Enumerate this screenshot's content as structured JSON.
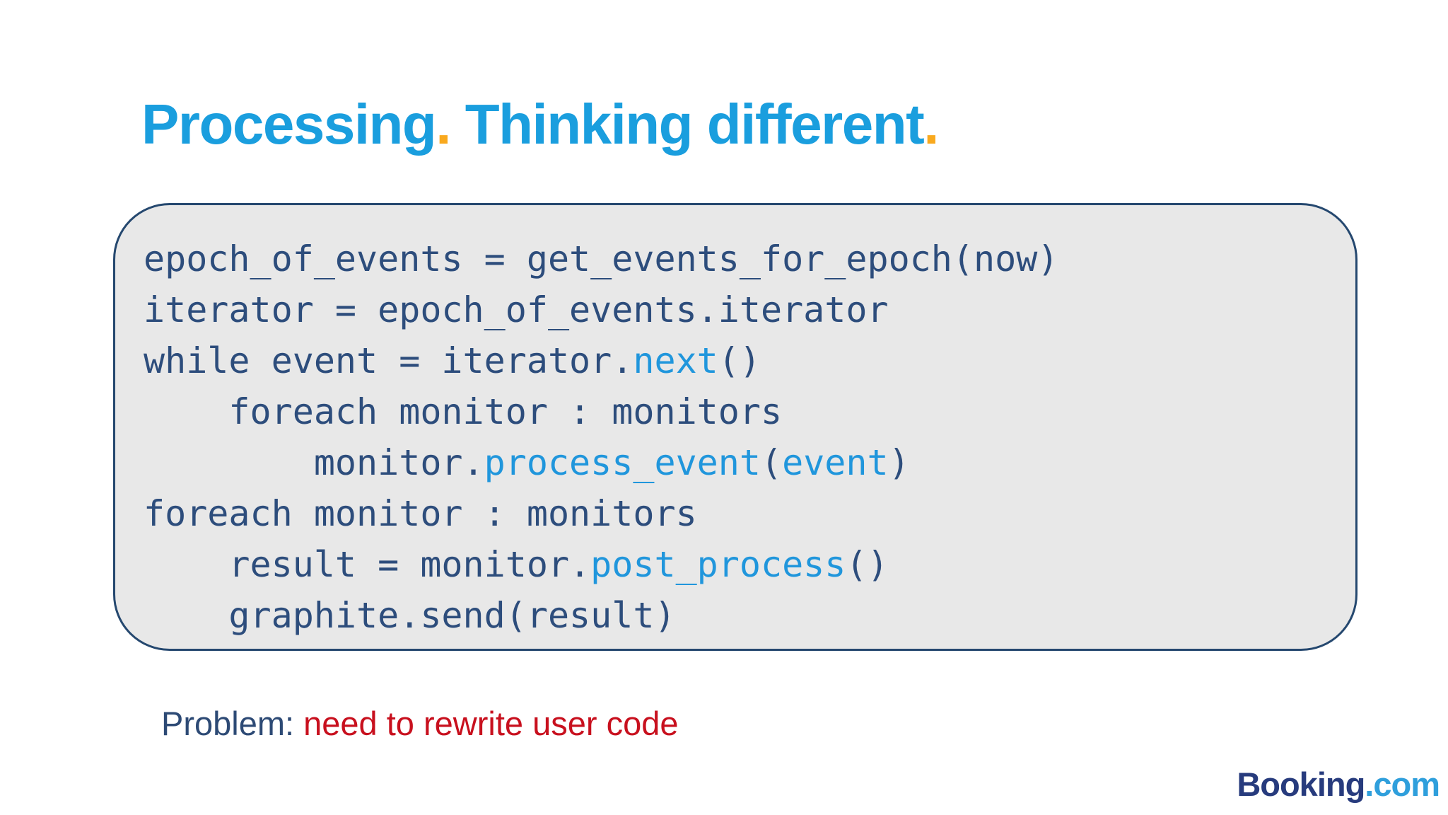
{
  "colors": {
    "title-blue": "#1a9ede",
    "accent-yellow": "#f9a91e",
    "code-navy": "#2d4d7c",
    "code-highlight": "#2096dc",
    "box-border": "#25486f",
    "box-bg": "#e8e8e8",
    "problem-navy": "#2d4a75",
    "problem-red": "#c8101e",
    "logo-navy": "#273b7d",
    "logo-blue": "#2f9fdc",
    "background": "#ffffff"
  },
  "title": {
    "segments": [
      {
        "text": "Processing",
        "accent": false
      },
      {
        "text": ".",
        "accent": true
      },
      {
        "text": " Thinking different",
        "accent": false
      },
      {
        "text": ".",
        "accent": true
      }
    ]
  },
  "code": {
    "lines": [
      {
        "segments": [
          {
            "text": "epoch_of_events = get_events_for_epoch(now)",
            "highlight": false
          }
        ]
      },
      {
        "segments": [
          {
            "text": "iterator = epoch_of_events.iterator",
            "highlight": false
          }
        ]
      },
      {
        "segments": [
          {
            "text": "while event = iterator.",
            "highlight": false
          },
          {
            "text": "next",
            "highlight": true
          },
          {
            "text": "()",
            "highlight": false
          }
        ]
      },
      {
        "segments": [
          {
            "text": "    foreach monitor : monitors",
            "highlight": false
          }
        ]
      },
      {
        "segments": [
          {
            "text": "        monitor.",
            "highlight": false
          },
          {
            "text": "process_event",
            "highlight": true
          },
          {
            "text": "(",
            "highlight": false
          },
          {
            "text": "event",
            "highlight": true
          },
          {
            "text": ")",
            "highlight": false
          }
        ]
      },
      {
        "segments": [
          {
            "text": "foreach monitor : monitors",
            "highlight": false
          }
        ]
      },
      {
        "segments": [
          {
            "text": "    result = monitor.",
            "highlight": false
          },
          {
            "text": "post_process",
            "highlight": true
          },
          {
            "text": "()",
            "highlight": false
          }
        ]
      },
      {
        "segments": [
          {
            "text": "    graphite.send(result)",
            "highlight": false
          }
        ]
      }
    ]
  },
  "problem": {
    "label": "Problem:",
    "message": " need to rewrite user code"
  },
  "logo": {
    "name": "Booking",
    "tld": ".com"
  }
}
